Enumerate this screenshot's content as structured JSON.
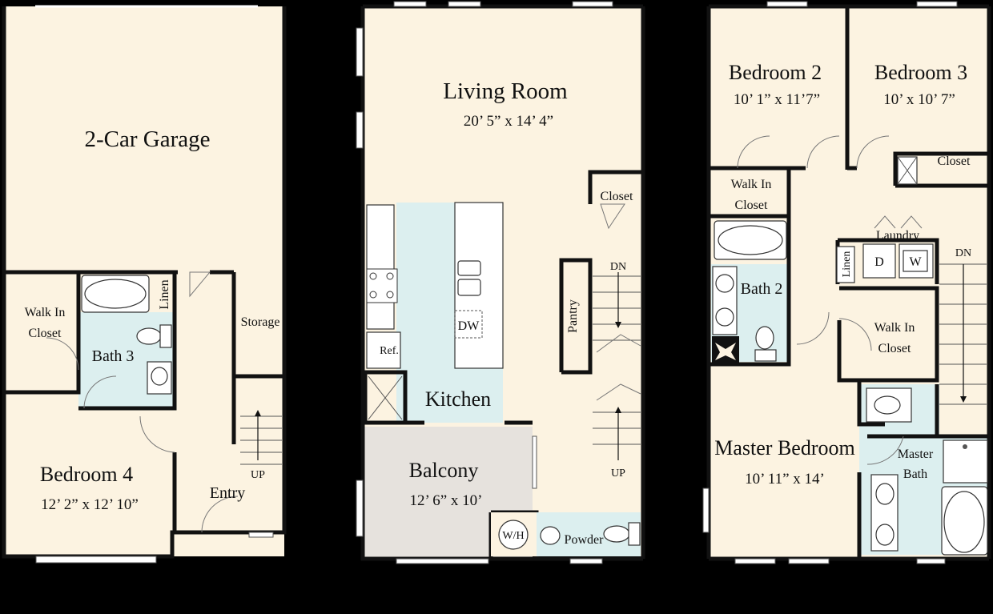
{
  "colors": {
    "background": "#000000",
    "floor": "#fcf3e1",
    "wet_area": "#dcefef",
    "balcony": "#e6e2dd",
    "fixture": "#ffffff",
    "wall": "#111111"
  },
  "floors": {
    "lower": {
      "garage": "2-Car Garage",
      "walk_in_closet_1": "Walk In",
      "walk_in_closet_2": "Closet",
      "bath": "Bath 3",
      "linen": "Linen",
      "storage": "Storage",
      "bedroom_name": "Bedroom 4",
      "bedroom_dim": "12’ 2” x 12’ 10”",
      "entry": "Entry",
      "stair_up": "UP"
    },
    "main": {
      "living_name": "Living Room",
      "living_dim": "20’ 5” x 14’ 4”",
      "closet": "Closet",
      "ref": "Ref.",
      "dw": "DW",
      "kitchen": "Kitchen",
      "pantry": "Pantry",
      "stair_dn": "DN",
      "stair_up": "UP",
      "balcony_name": "Balcony",
      "balcony_dim": "12’ 6” x 10’",
      "wh": "W/H",
      "powder": "Powder"
    },
    "upper": {
      "bedroom2_name": "Bedroom 2",
      "bedroom2_dim": "10’ 1” x 11’7”",
      "bedroom3_name": "Bedroom 3",
      "bedroom3_dim": "10’ x 10’ 7”",
      "closet": "Closet",
      "walk_in_1": "Walk In",
      "walk_in_2": "Closet",
      "laundry": "Laundry",
      "dryer": "D",
      "washer": "W",
      "linen": "Linen",
      "stair_dn": "DN",
      "bath2": "Bath 2",
      "walk_in_b_1": "Walk In",
      "walk_in_b_2": "Closet",
      "master_name": "Master Bedroom",
      "master_dim": "10’ 11” x 14’",
      "master_bath_1": "Master",
      "master_bath_2": "Bath"
    }
  }
}
